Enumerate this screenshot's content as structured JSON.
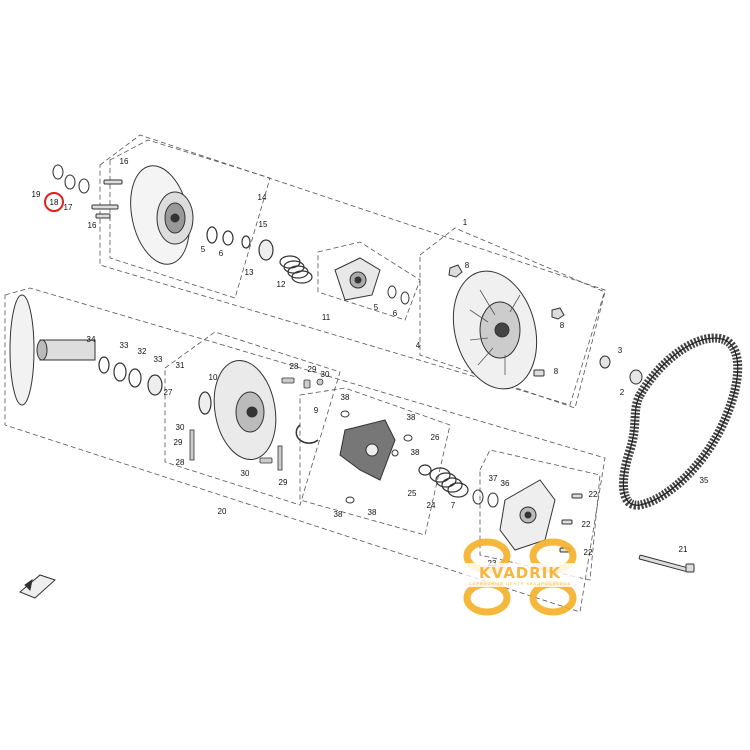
{
  "diagram": {
    "highlighted_part": "18",
    "part_labels": [
      "1",
      "2",
      "3",
      "4",
      "5",
      "5",
      "6",
      "6",
      "7",
      "8",
      "8",
      "8",
      "9",
      "10",
      "11",
      "12",
      "13",
      "14",
      "15",
      "16",
      "16",
      "17",
      "18",
      "19",
      "20",
      "21",
      "22",
      "22",
      "22",
      "23",
      "24",
      "25",
      "26",
      "27",
      "28",
      "28",
      "29",
      "29",
      "29",
      "30",
      "30",
      "30",
      "31",
      "32",
      "33",
      "33",
      "34",
      "35",
      "36",
      "37",
      "38",
      "38",
      "38",
      "38",
      "38"
    ]
  },
  "watermark": {
    "brand": "KVADRIK",
    "tagline": "СЕРВИСНЫЙ ЦЕНТР КВАДРОЦИКЛОВ"
  },
  "colors": {
    "line": "#333333",
    "highlight": "#e0201c",
    "watermark": "#f5b027",
    "belt": "#444444"
  }
}
